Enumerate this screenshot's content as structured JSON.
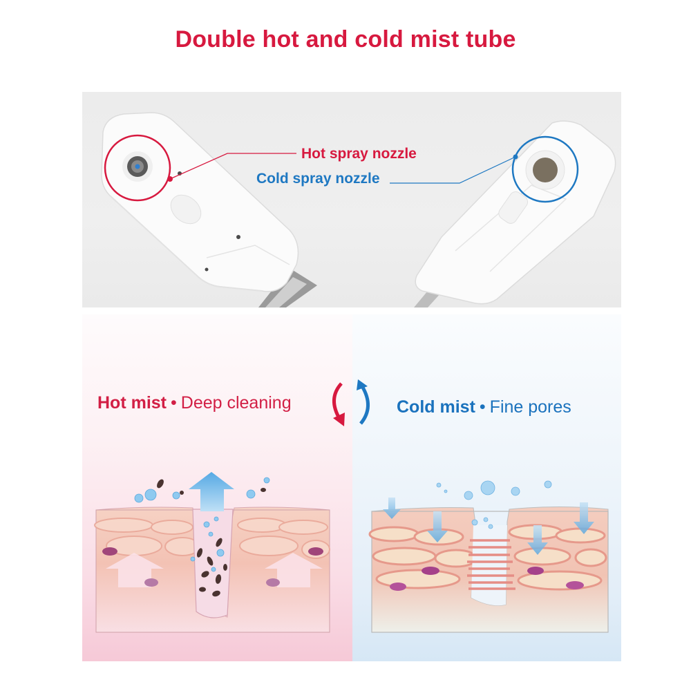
{
  "title": "Double hot and cold mist tube",
  "photo": {
    "callouts": [
      {
        "label": "Hot spray nozzle",
        "color": "#d7193f",
        "target": "left-nozzle"
      },
      {
        "label": "Cold spray nozzle",
        "color": "#1e78c2",
        "target": "right-nozzle"
      }
    ]
  },
  "modes": {
    "hot": {
      "name": "Hot mist",
      "separator": "•",
      "benefit": "Deep cleaning",
      "color": "#d21f45",
      "arrow_icon": "curved-arrow-down-icon"
    },
    "cold": {
      "name": "Cold mist",
      "separator": "•",
      "benefit": "Fine pores",
      "color": "#1a72bd",
      "arrow_icon": "curved-arrow-up-icon"
    }
  },
  "diagrams": {
    "hot": {
      "description": "Skin cross-section with open pore, blue arrow pointing up, dirt particles and bubbles exiting"
    },
    "cold": {
      "description": "Skin cross-section with tightened pore, blue arrows pointing down, water droplets above"
    }
  },
  "colors": {
    "title_red": "#d7193f",
    "accent_blue": "#1e78c2",
    "photo_bg": "#ececec"
  }
}
